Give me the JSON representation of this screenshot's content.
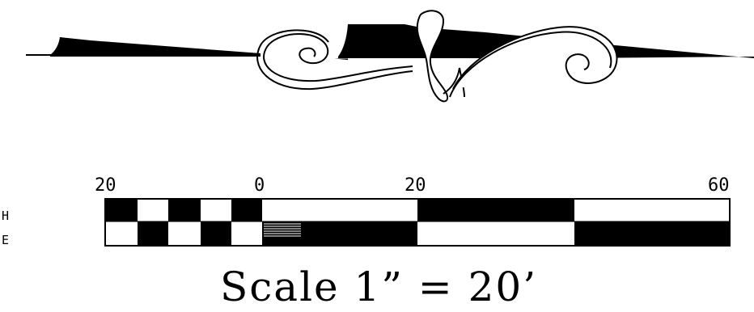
{
  "scale_bar": {
    "tick_labels": [
      "20",
      "0",
      "20",
      "60"
    ],
    "side_labels": [
      "H",
      "E"
    ],
    "caption": "Scale 1”  =  20’"
  },
  "colors": {
    "ink": "#000000",
    "paper": "#ffffff"
  }
}
